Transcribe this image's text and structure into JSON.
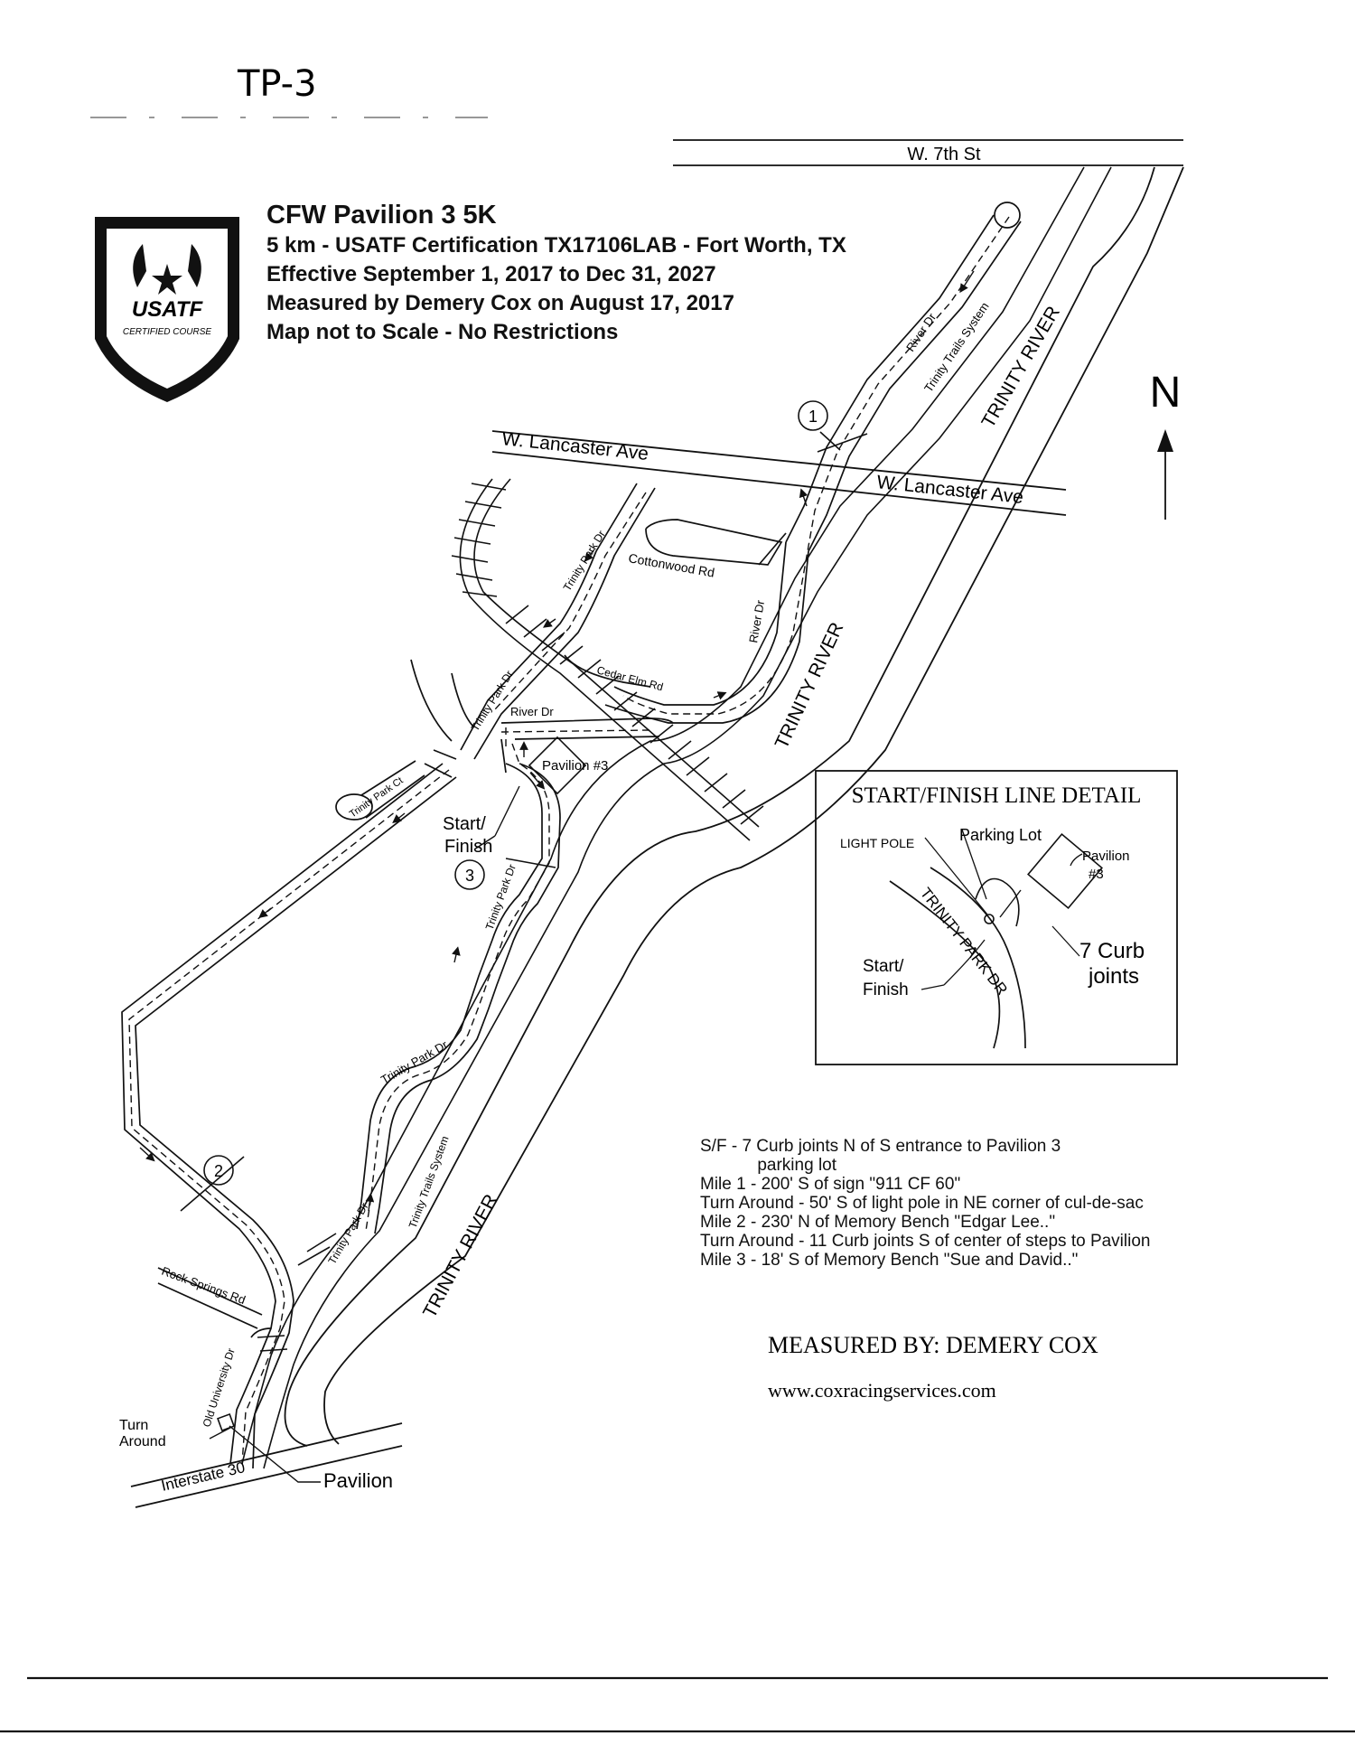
{
  "page_tag": "TP-3",
  "header": {
    "title": "CFW Pavilion 3 5K",
    "line1": "5 km - USATF Certification TX17106LAB - Fort Worth, TX",
    "line2": "Effective September 1, 2017 to Dec 31, 2027",
    "line3": "Measured by Demery Cox on August 17, 2017",
    "line4": "Map not to Scale - No Restrictions"
  },
  "badge": {
    "brand": "USATF",
    "caption": "CERTIFIED COURSE"
  },
  "compass": {
    "label": "N"
  },
  "streets": {
    "w7th": "W. 7th St",
    "lancaster_left": "W. Lancaster Ave",
    "lancaster_right": "W. Lancaster Ave",
    "river_dr_north": "River Dr",
    "trails_north": "Trinity Trails System",
    "river_north": "TRINITY RIVER",
    "cottonwood": "Cottonwood Rd",
    "trinity_park_dr_upper": "Trinity Park Dr",
    "river_dr_east": "River Dr",
    "cedar_elm": "Cedar Elm Rd",
    "river_dr_mid": "River Dr",
    "trinity_park_dr_mid": "Trinity Park Dr",
    "pavilion3": "Pavilion #3",
    "trinity_park_ct": "Trinity Park Ct",
    "river_mid": "TRINITY RIVER",
    "trinity_park_dr_s1": "Trinity Park Dr",
    "trinity_park_dr_s2": "Trinity Park Dr",
    "trinity_park_dr_s3": "Trinity Park Dr",
    "trails_south": "Trinity Trails System",
    "river_south": "TRINITY RIVER",
    "rock_springs": "Rock Springs Rd",
    "old_university": "Old University Dr",
    "interstate": "Interstate 30"
  },
  "labels": {
    "start_finish_l1": "Start/",
    "start_finish_l2": "Finish",
    "turn_around_l1": "Turn",
    "turn_around_l2": "Around",
    "pavilion": "Pavilion"
  },
  "markers": {
    "m1": "1",
    "m2": "2",
    "m3": "3"
  },
  "detail": {
    "title": "START/FINISH LINE DETAIL",
    "light_pole": "LIGHT POLE",
    "parking_lot": "Parking Lot",
    "pavilion_l1": "Pavilion",
    "pavilion_l2": "#3",
    "road": "TRINITY PARK DR",
    "curb_l1": "7 Curb",
    "curb_l2": "joints",
    "sf_l1": "Start/",
    "sf_l2": "Finish"
  },
  "notes": [
    "S/F  - 7 Curb joints N of S entrance to Pavilion 3",
    "            parking lot",
    "Mile 1 - 200' S of sign \"911 CF 60\"",
    "Turn Around - 50' S of light pole in NE corner of cul-de-sac",
    "Mile 2 - 230' N of Memory Bench \"Edgar Lee..\"",
    "Turn Around - 11 Curb joints S of center of steps to Pavilion",
    "Mile 3 -  18' S of Memory Bench \"Sue and David..\""
  ],
  "measured_by": "MEASURED BY:  DEMERY COX",
  "website": "www.coxracingservices.com"
}
